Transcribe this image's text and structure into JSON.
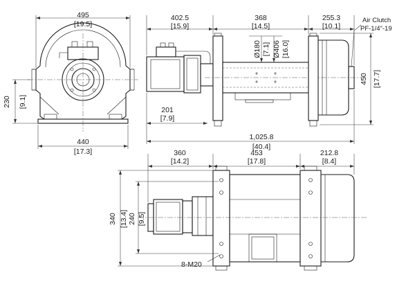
{
  "dimensions": {
    "front_width_mm": "495",
    "front_width_in": "[19.5]",
    "motor_len_mm": "402.5",
    "motor_len_in": "[15.9]",
    "drum_len_mm": "368",
    "drum_len_in": "[14.5]",
    "end_len_mm": "255.3",
    "end_len_in": "[10.1]",
    "front_height_mm": "230",
    "front_height_in": "[9.1]",
    "front_base_mm": "440",
    "front_base_in": "[17.3]",
    "drum_dia_mm": "Ø180",
    "drum_dia_in": "[7.1]",
    "flange_dia_mm": "Ø406",
    "flange_dia_in": "[16.0]",
    "overall_height_mm": "450",
    "overall_height_in": "[17.7]",
    "axis_offset_mm": "201",
    "axis_offset_in": "[7.9]",
    "overall_len_mm": "1,025.8",
    "overall_len_in": "[40.4]",
    "top_motor_mm": "360",
    "top_motor_in": "[14.2]",
    "top_mid_mm": "453",
    "top_mid_in": "[17.8]",
    "top_end_mm": "212.8",
    "top_end_in": "[8.4]",
    "base_w_mm": "340",
    "base_w_in": "[13.4]",
    "bolt_sp_mm": "240",
    "bolt_sp_in": "[9.5]"
  },
  "callouts": {
    "air_clutch": "Air Clutch",
    "air_clutch_port": "PF-1/4\"-19",
    "bolts": "8-M20"
  }
}
